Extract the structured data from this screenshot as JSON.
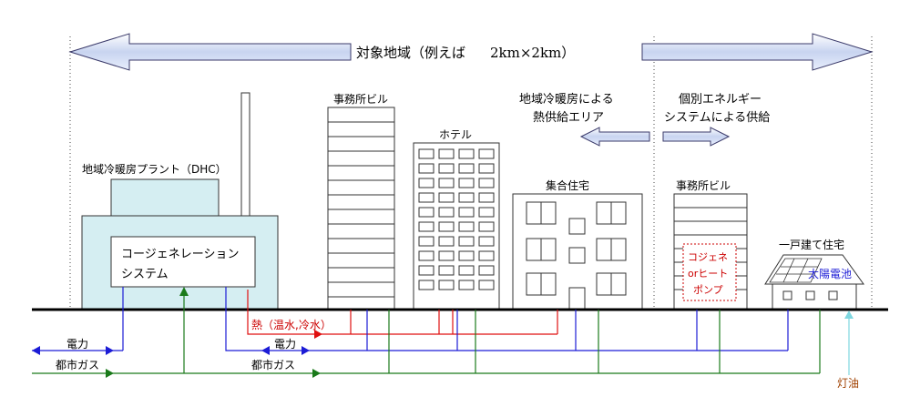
{
  "title": {
    "prefix": "対象地域（例えば",
    "size": "2km×2km）"
  },
  "labels": {
    "dhc_plant": "地域冷暖房プラント（DHC）",
    "cogen_line1": "コージェネレーション",
    "cogen_line2": "システム",
    "office_left": "事務所ビル",
    "hotel": "ホテル",
    "apartment": "集合住宅",
    "dhc_area_line1": "地域冷暖房による",
    "dhc_area_line2": "熱供給エリア",
    "individual_line1": "個別エネルギー",
    "individual_line2": "システムによる供給",
    "office_right": "事務所ビル",
    "cogen_hp_line1": "コジェネ",
    "cogen_hp_line2": "orヒート",
    "cogen_hp_line3": "ポンプ",
    "house": "一戸建て住宅",
    "solar": "太陽電池",
    "heat": "熱（温水,冷水）",
    "power_1": "電力",
    "power_2": "電力",
    "gas_1": "都市ガス",
    "gas_2": "都市ガス",
    "kerosene": "灯油"
  },
  "colors": {
    "power": "#1c1cd6",
    "gas": "#1a7a1a",
    "heat": "#e01010",
    "kerosene": "#7fd7e0",
    "dhc_building": "#d5eef2",
    "arrow_fill": "#c8d4f0",
    "red_text": "#cc0000",
    "brown_text": "#a04000"
  }
}
